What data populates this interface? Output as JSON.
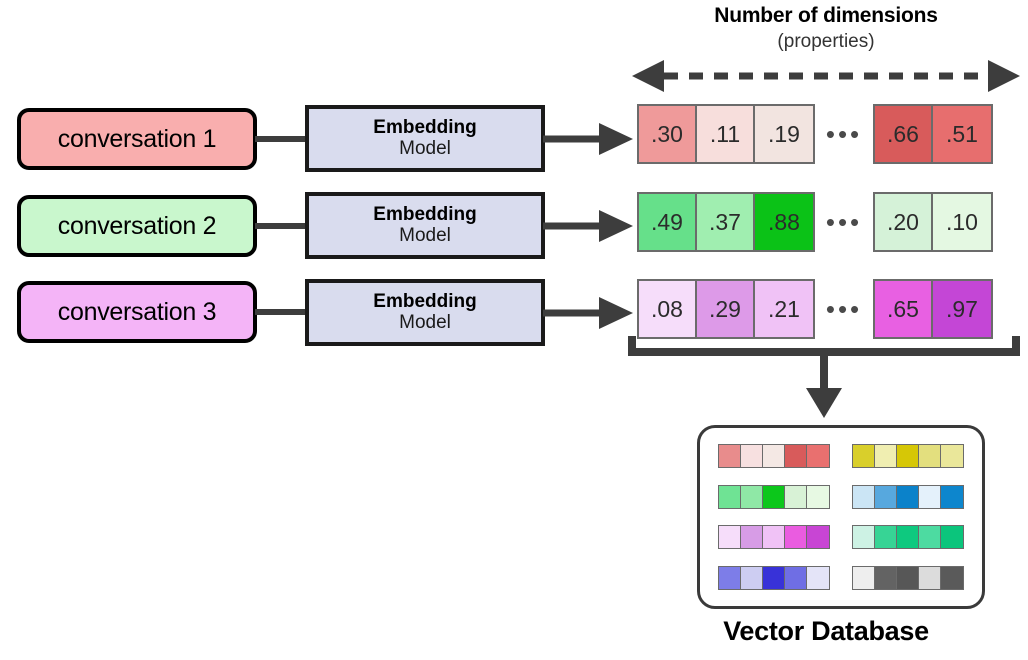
{
  "header": {
    "title": "Number of dimensions",
    "subtitle": "(properties)",
    "arrow_icon": "double-headed-dashed-arrow-icon"
  },
  "colors": {
    "arrow": "#3d3d3d",
    "box_border": "#000000",
    "embedding_fill": "#d9dcee",
    "cell_border": "#6b6b6b",
    "panel_border": "#3a3a3a",
    "conversation_1": "#f9aeae",
    "conversation_2": "#c9f7cd",
    "conversation_3": "#f4b4f7"
  },
  "rows": [
    {
      "conversation_label": "conversation 1",
      "conversation_color": "#f9aeae",
      "embedding_title": "Embedding",
      "embedding_subtitle": "Model",
      "ellipsis": "•••",
      "vector_head": [
        {
          "value": ".30",
          "color": "#ef9a9a"
        },
        {
          "value": ".11",
          "color": "#f7dedc"
        },
        {
          "value": ".19",
          "color": "#f2e4e0"
        }
      ],
      "vector_tail": [
        {
          "value": ".66",
          "color": "#d85b5b"
        },
        {
          "value": ".51",
          "color": "#e76e6e"
        }
      ]
    },
    {
      "conversation_label": "conversation 2",
      "conversation_color": "#c9f7cd",
      "embedding_title": "Embedding",
      "embedding_subtitle": "Model",
      "ellipsis": "•••",
      "vector_head": [
        {
          "value": ".49",
          "color": "#66e08a"
        },
        {
          "value": ".37",
          "color": "#a0eeb0"
        },
        {
          "value": ".88",
          "color": "#0bc217"
        }
      ],
      "vector_tail": [
        {
          "value": ".20",
          "color": "#d5f2d8"
        },
        {
          "value": ".10",
          "color": "#e4f8e2"
        }
      ]
    },
    {
      "conversation_label": "conversation 3",
      "conversation_color": "#f4b4f7",
      "embedding_title": "Embedding",
      "embedding_subtitle": "Model",
      "ellipsis": "•••",
      "vector_head": [
        {
          "value": ".08",
          "color": "#f6ddfa"
        },
        {
          "value": ".29",
          "color": "#dd9ae8"
        },
        {
          "value": ".21",
          "color": "#f0c2f6"
        }
      ],
      "vector_tail": [
        {
          "value": ".65",
          "color": "#e860e2"
        },
        {
          "value": ".97",
          "color": "#c446d6"
        }
      ]
    }
  ],
  "database": {
    "label": "Vector Database",
    "down_arrow_icon": "down-arrow-icon",
    "bracket_icon": "bracket-icon",
    "rows": [
      {
        "left": [
          "#e88c8c",
          "#f7e0e0",
          "#f4e8e4",
          "#d85b5b",
          "#e9706f"
        ],
        "right": [
          "#d9cf2b",
          "#f0eeb1",
          "#d6c706",
          "#e3df7e",
          "#eae79a"
        ]
      },
      {
        "left": [
          "#6fe394",
          "#8fe8a6",
          "#0cc71b",
          "#d8f2d6",
          "#e7f9e3"
        ],
        "right": [
          "#cbe5f5",
          "#57a8de",
          "#0b82ca",
          "#e4f1fb",
          "#0d86cd"
        ]
      },
      {
        "left": [
          "#f6ddfa",
          "#d79ce6",
          "#f0c2f6",
          "#ea5ce0",
          "#c845d4"
        ],
        "right": [
          "#cdf2e4",
          "#37d495",
          "#0ec97f",
          "#4ddba1",
          "#0bc57c"
        ]
      },
      {
        "left": [
          "#7d7de8",
          "#cdcdf2",
          "#3832d8",
          "#6f6ee4",
          "#e4e4f8"
        ],
        "right": [
          "#eeeeee",
          "#636363",
          "#575757",
          "#dcdcdc",
          "#5a5a5a"
        ]
      }
    ]
  }
}
